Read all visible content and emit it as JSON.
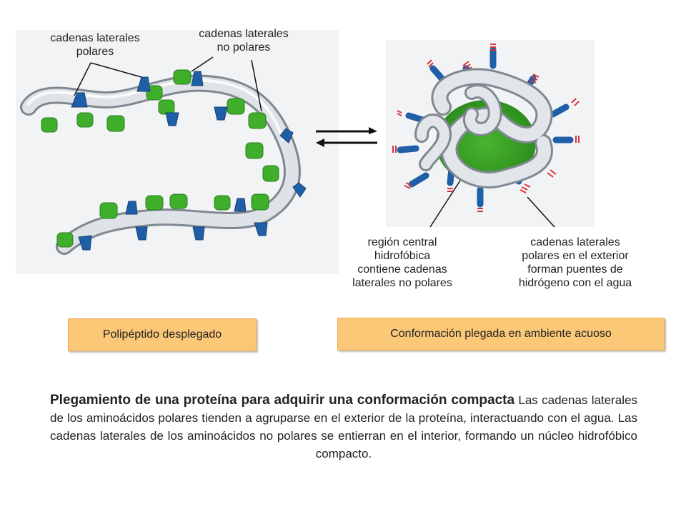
{
  "labels": {
    "polar_top": "cadenas laterales\npolares",
    "nonpolar_top": "cadenas laterales\nno polares",
    "core": "región central\nhidrofóbica\ncontiene cadenas\nlaterales no polares",
    "polar_exterior": "cadenas laterales\npolares en el exterior\nforman puentes de\nhidrógeno con el agua"
  },
  "boxes": {
    "unfolded": "Polipéptido desplegado",
    "folded": "Conformación plegada en ambiente acuoso"
  },
  "caption": {
    "title": "Plegamiento de una proteína para adquirir una conformación compacta",
    "body": " Las cadenas laterales de los aminoácidos polares tienden a agruparse en el exterior de la proteína, interactuando con el agua. Las cadenas laterales de los aminoácidos no polares se entierran en el interior, formando un núcleo hidrofóbico compacto."
  },
  "colors": {
    "chain": "#d9dde2",
    "polar": "#1f5fa8",
    "nonpolar": "#3fae2a",
    "hbond": "#d8343c",
    "box_fill": "#fbc877"
  }
}
